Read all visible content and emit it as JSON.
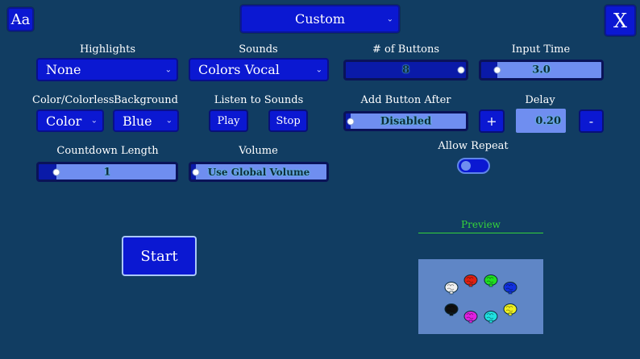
{
  "header": {
    "font_button_label": "Aa",
    "mode_select_value": "Custom",
    "close_button_label": "X"
  },
  "highlights": {
    "label": "Highlights",
    "value": "None"
  },
  "sounds": {
    "label": "Sounds",
    "value": "Colors Vocal"
  },
  "num_buttons": {
    "label": "# of Buttons",
    "value": "8",
    "level": 1.0
  },
  "input_time": {
    "label": "Input Time",
    "value": "3.0",
    "level": 0.1
  },
  "color_mode": {
    "label": "Color/Colorless",
    "value": "Color"
  },
  "background": {
    "label": "Background",
    "value": "Blue"
  },
  "listen": {
    "label": "Listen to Sounds",
    "play_label": "Play",
    "stop_label": "Stop"
  },
  "add_button_after": {
    "label": "Add Button After",
    "value": "Disabled",
    "level": 0.0,
    "plus_label": "+"
  },
  "delay": {
    "label": "Delay",
    "value": "0.20",
    "minus_label": "-"
  },
  "allow_repeat": {
    "label": "Allow Repeat",
    "enabled": false
  },
  "countdown": {
    "label": "Countdown Length",
    "value": "1",
    "level": 0.1
  },
  "volume": {
    "label": "Volume",
    "value": "Use Global Volume",
    "level": 0.0
  },
  "start_label": "Start",
  "preview": {
    "label": "Preview",
    "brains": [
      {
        "name": "brain-white",
        "color": "#f0f0f0"
      },
      {
        "name": "brain-red",
        "color": "#e02010"
      },
      {
        "name": "brain-green",
        "color": "#20e020"
      },
      {
        "name": "brain-blue",
        "color": "#1030e0"
      },
      {
        "name": "brain-black",
        "color": "#101010"
      },
      {
        "name": "brain-magenta",
        "color": "#e020e0"
      },
      {
        "name": "brain-cyan",
        "color": "#20e0e0"
      },
      {
        "name": "brain-yellow",
        "color": "#f0f020"
      }
    ]
  },
  "colors": {
    "background": "#113d62",
    "button_blue": "#0b18d2",
    "slider_fill": "#6f8ef0",
    "preview_green": "#35d43a",
    "preview_bg": "#5f86c6"
  }
}
